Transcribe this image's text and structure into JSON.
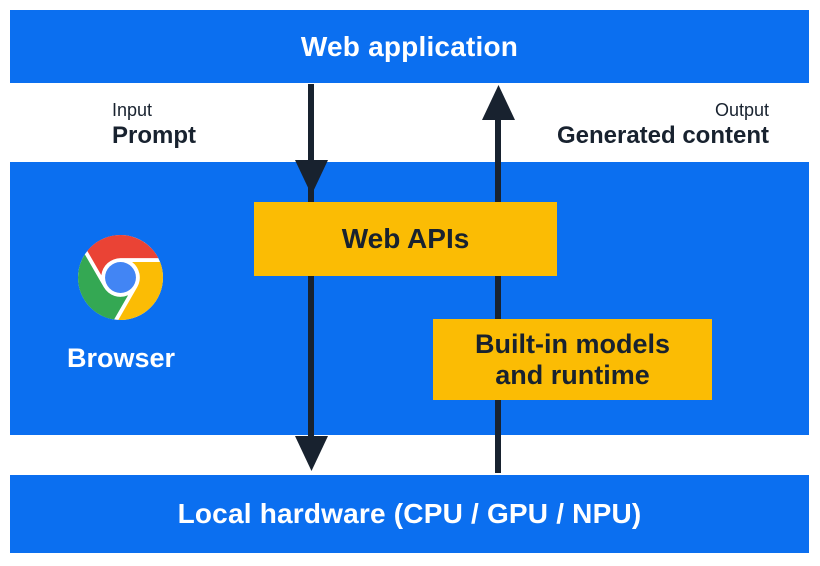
{
  "colors": {
    "band_blue": "#0b6ff0",
    "box_yellow": "#fbbc04",
    "ink": "#18222f",
    "text_white": "#ffffff",
    "chrome_red": "#ea4335",
    "chrome_green": "#34a853",
    "chrome_yellow": "#fbbc05",
    "chrome_blue": "#4285f4"
  },
  "bands": {
    "top": {
      "label": "Web application"
    },
    "bottom": {
      "label": "Local hardware (CPU / GPU / NPU)"
    }
  },
  "flow": {
    "input_kind": "Input",
    "input_value": "Prompt",
    "output_kind": "Output",
    "output_value": "Generated content"
  },
  "browser": {
    "label": "Browser",
    "logo": "chrome-icon"
  },
  "boxes": {
    "web_apis": {
      "label": "Web APIs"
    },
    "builtin": {
      "line1": "Built-in models",
      "line2": "and runtime"
    }
  }
}
